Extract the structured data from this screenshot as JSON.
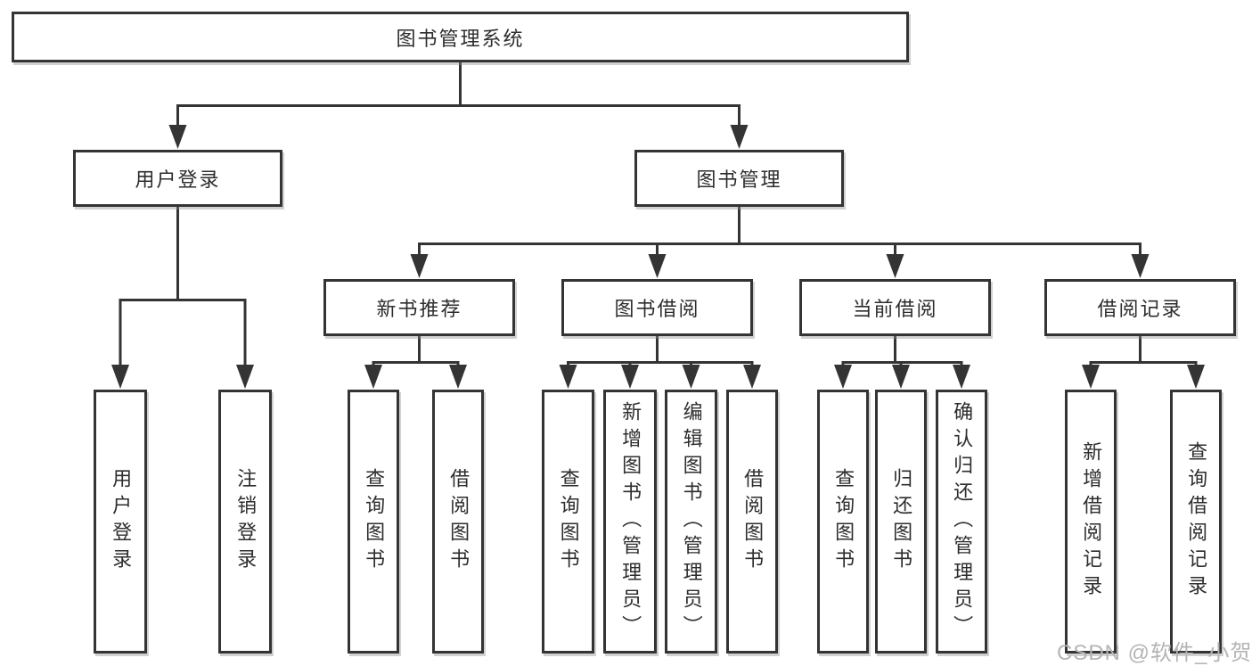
{
  "nodes": {
    "root": "图书管理系统",
    "user_login": "用户登录",
    "book_mgmt": "图书管理",
    "new_books": "新书推荐",
    "book_borrow": "图书借阅",
    "current_borrow": "当前借阅",
    "borrow_records": "借阅记录"
  },
  "leaves": {
    "user_login": [
      "用户登录",
      "注销登录"
    ],
    "new_books": [
      "查询图书",
      "借阅图书"
    ],
    "book_borrow": [
      "查询图书",
      "新增图书（管理员）",
      "编辑图书（管理员）",
      "借阅图书"
    ],
    "current_borrow": [
      "查询图书",
      "归还图书",
      "确认归还（管理员）"
    ],
    "borrow_records": [
      "新增借阅记录",
      "查询借阅记录"
    ]
  },
  "watermark": "CSDN @软件_小贺同学",
  "colors": {
    "line": "#343434",
    "box_border": "#343434",
    "text": "#2d2d2d",
    "background": "#ffffff",
    "watermark": "#b4b4b4"
  }
}
